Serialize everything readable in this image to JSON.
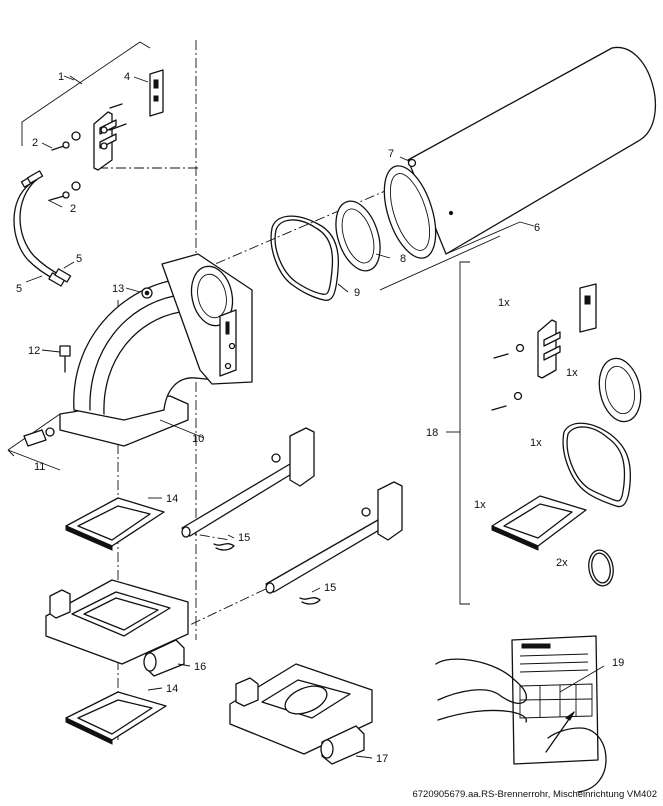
{
  "diagram": {
    "callouts": {
      "c1": "1",
      "c2a": "2",
      "c2b": "2",
      "c4": "4",
      "c5a": "5",
      "c5b": "5",
      "c6": "6",
      "c7": "7",
      "c8": "8",
      "c9": "9",
      "c10": "10",
      "c11": "11",
      "c12": "12",
      "c13": "13",
      "c14a": "14",
      "c14b": "14",
      "c15a": "15",
      "c15b": "15",
      "c16": "16",
      "c17": "17",
      "c18": "18",
      "c19": "19"
    },
    "kit_quantities": {
      "q1": "1x",
      "q2": "1x",
      "q3": "1x",
      "q4": "1x",
      "q5": "2x"
    }
  },
  "footer": {
    "caption": "6720905679.aa.RS-Brennerrohr, Mischeinrichtung VM402"
  }
}
